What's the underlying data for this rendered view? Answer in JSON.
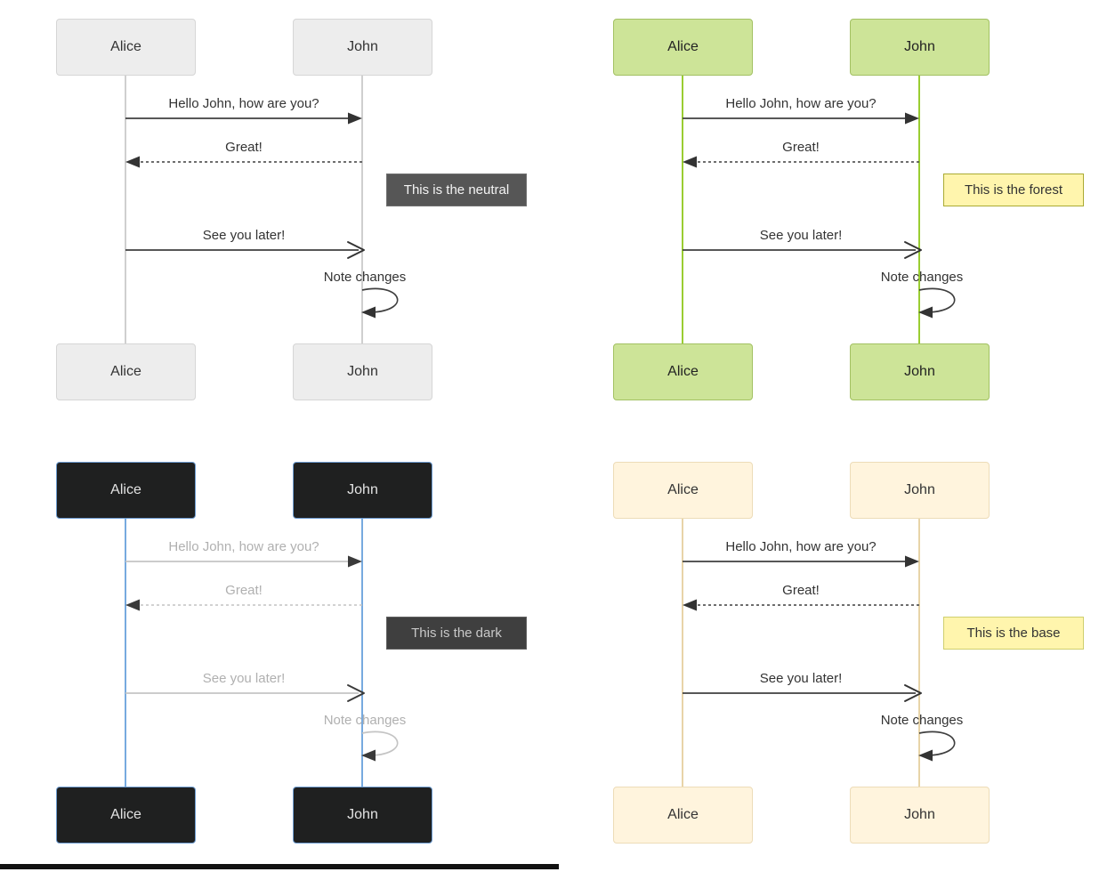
{
  "page": {
    "background": "#ffffff",
    "bottom_bar_color": "#111111"
  },
  "actors": {
    "left": "Alice",
    "right": "John"
  },
  "messages": {
    "m1": "Hello John, how are you?",
    "m2": "Great!",
    "m3": "See you later!",
    "m4": "Note changes"
  },
  "panels": [
    {
      "theme": "neutral",
      "note": "This is the neutral",
      "colors": {
        "actor_fill": "#ededed",
        "actor_border": "#d6d6d6",
        "actor_text": "#333333",
        "lifeline": "#cfcfcf",
        "msg_text": "#333333",
        "line": "#3f3f3f",
        "head": "#333333",
        "note_fill": "#565656",
        "note_border": "#707070",
        "note_text": "#f4f4f4"
      }
    },
    {
      "theme": "forest",
      "note": "This is the forest",
      "colors": {
        "actor_fill": "#cde498",
        "actor_border": "#a3c163",
        "actor_text": "#222222",
        "lifeline": "#9acd32",
        "msg_text": "#333333",
        "line": "#3f3f3f",
        "head": "#333333",
        "note_fill": "#fff5ad",
        "note_border": "#aaaa33",
        "note_text": "#333333"
      }
    },
    {
      "theme": "dark",
      "note": "This is the dark",
      "colors": {
        "actor_fill": "#1f2020",
        "actor_border": "#6d9cd1",
        "actor_text": "#e3e3e3",
        "lifeline": "#77aadf",
        "msg_text": "#b0b0b0",
        "line": "#c4c4c4",
        "head": "#3a3a3a",
        "note_fill": "#3f3f3f",
        "note_border": "#606060",
        "note_text": "#c8c8c8"
      }
    },
    {
      "theme": "base",
      "note": "This is the base",
      "colors": {
        "actor_fill": "#fff4dd",
        "actor_border": "#eddcb8",
        "actor_text": "#333333",
        "lifeline": "#e8d4a8",
        "msg_text": "#333333",
        "line": "#3f3f3f",
        "head": "#333333",
        "note_fill": "#fff5ad",
        "note_border": "#cfcf6f",
        "note_text": "#333333"
      }
    }
  ]
}
